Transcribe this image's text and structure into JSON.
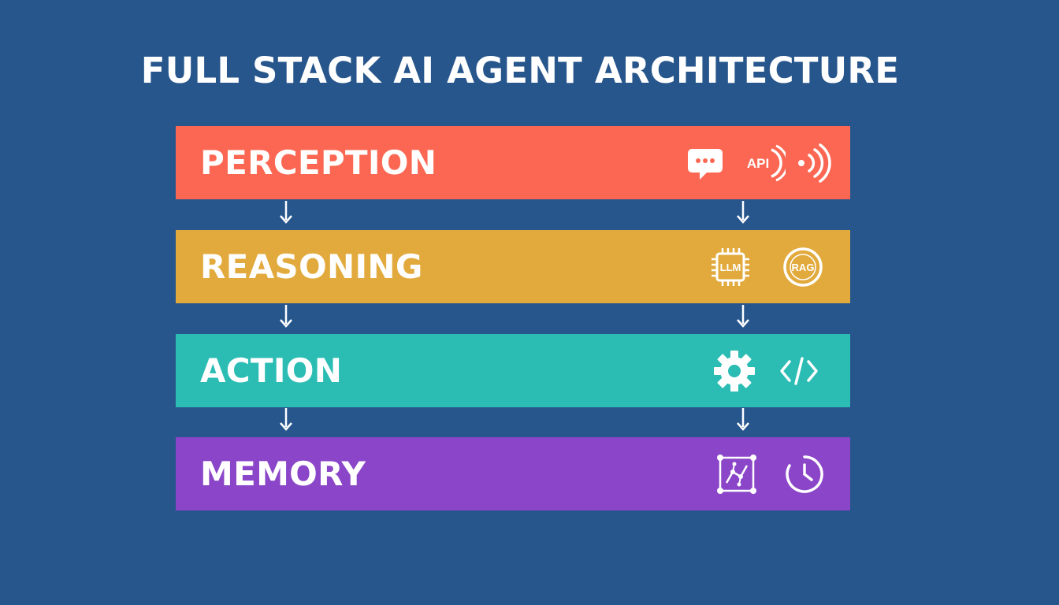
{
  "title": "FULL STACK AI AGENT ARCHITECTURE",
  "colors": {
    "background": "#27568c",
    "perception": "#fb6752",
    "reasoning": "#e2aa3c",
    "action": "#2bbcb4",
    "memory": "#8b45c8"
  },
  "layers": [
    {
      "label": "PERCEPTION",
      "icons": [
        "chat-bubble-icon",
        "api-icon",
        "signal-waves-icon"
      ],
      "icon_texts": [
        "",
        "API",
        ""
      ]
    },
    {
      "label": "REASONING",
      "icons": [
        "llm-chip-icon",
        "rag-circle-icon"
      ],
      "icon_texts": [
        "LLM",
        "RAG"
      ]
    },
    {
      "label": "ACTION",
      "icons": [
        "gear-icon",
        "code-brackets-icon"
      ]
    },
    {
      "label": "MEMORY",
      "icons": [
        "graph-network-icon",
        "clock-icon"
      ]
    }
  ]
}
